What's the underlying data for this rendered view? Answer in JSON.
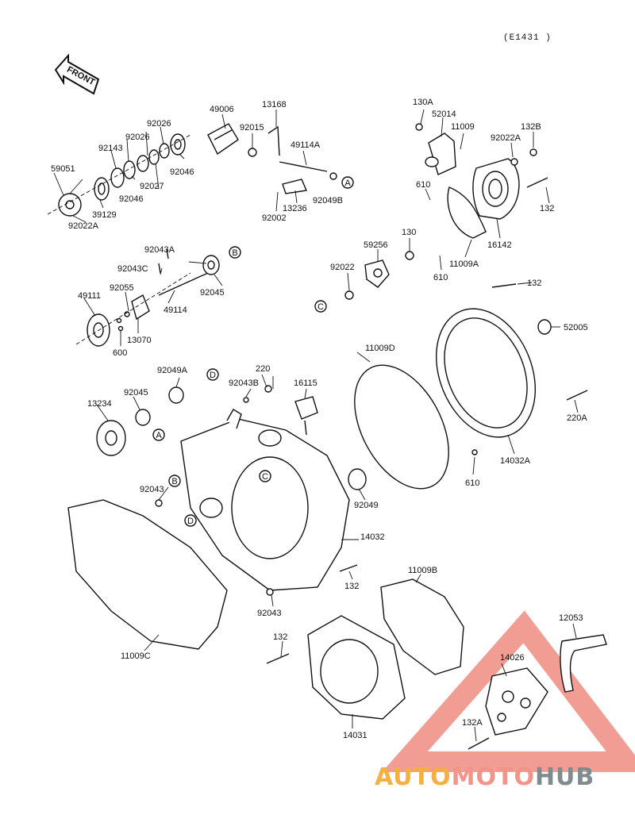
{
  "diagram_code": "(E1431 )",
  "front_label": "FRONT",
  "watermark": {
    "part1": "AUTO",
    "part2": "MOTO",
    "part3": "HUB",
    "color1": "#f5b041",
    "color2": "#f1948a",
    "color3": "#7f8c8d"
  },
  "callout_letters": [
    "A",
    "B",
    "C",
    "D"
  ],
  "parts": [
    "49006",
    "13168",
    "92015",
    "49114A",
    "92049B",
    "13236",
    "92002",
    "92026",
    "92026",
    "92143",
    "92046",
    "92027",
    "92046",
    "59051",
    "39129",
    "92022A",
    "130A",
    "52014",
    "11009",
    "92022A",
    "132B",
    "610",
    "132",
    "16142",
    "11009A",
    "610",
    "59256",
    "130",
    "92022",
    "92043A",
    "92043C",
    "92045",
    "92055",
    "49111",
    "49114",
    "13070",
    "600",
    "132",
    "52005",
    "11009D",
    "220A",
    "14032A",
    "610",
    "92049A",
    "220",
    "92043B",
    "16115",
    "92045",
    "13234",
    "92043",
    "92049",
    "14032",
    "132",
    "92043",
    "11009C",
    "11009B",
    "132",
    "14031",
    "12053",
    "14026",
    "132A"
  ]
}
